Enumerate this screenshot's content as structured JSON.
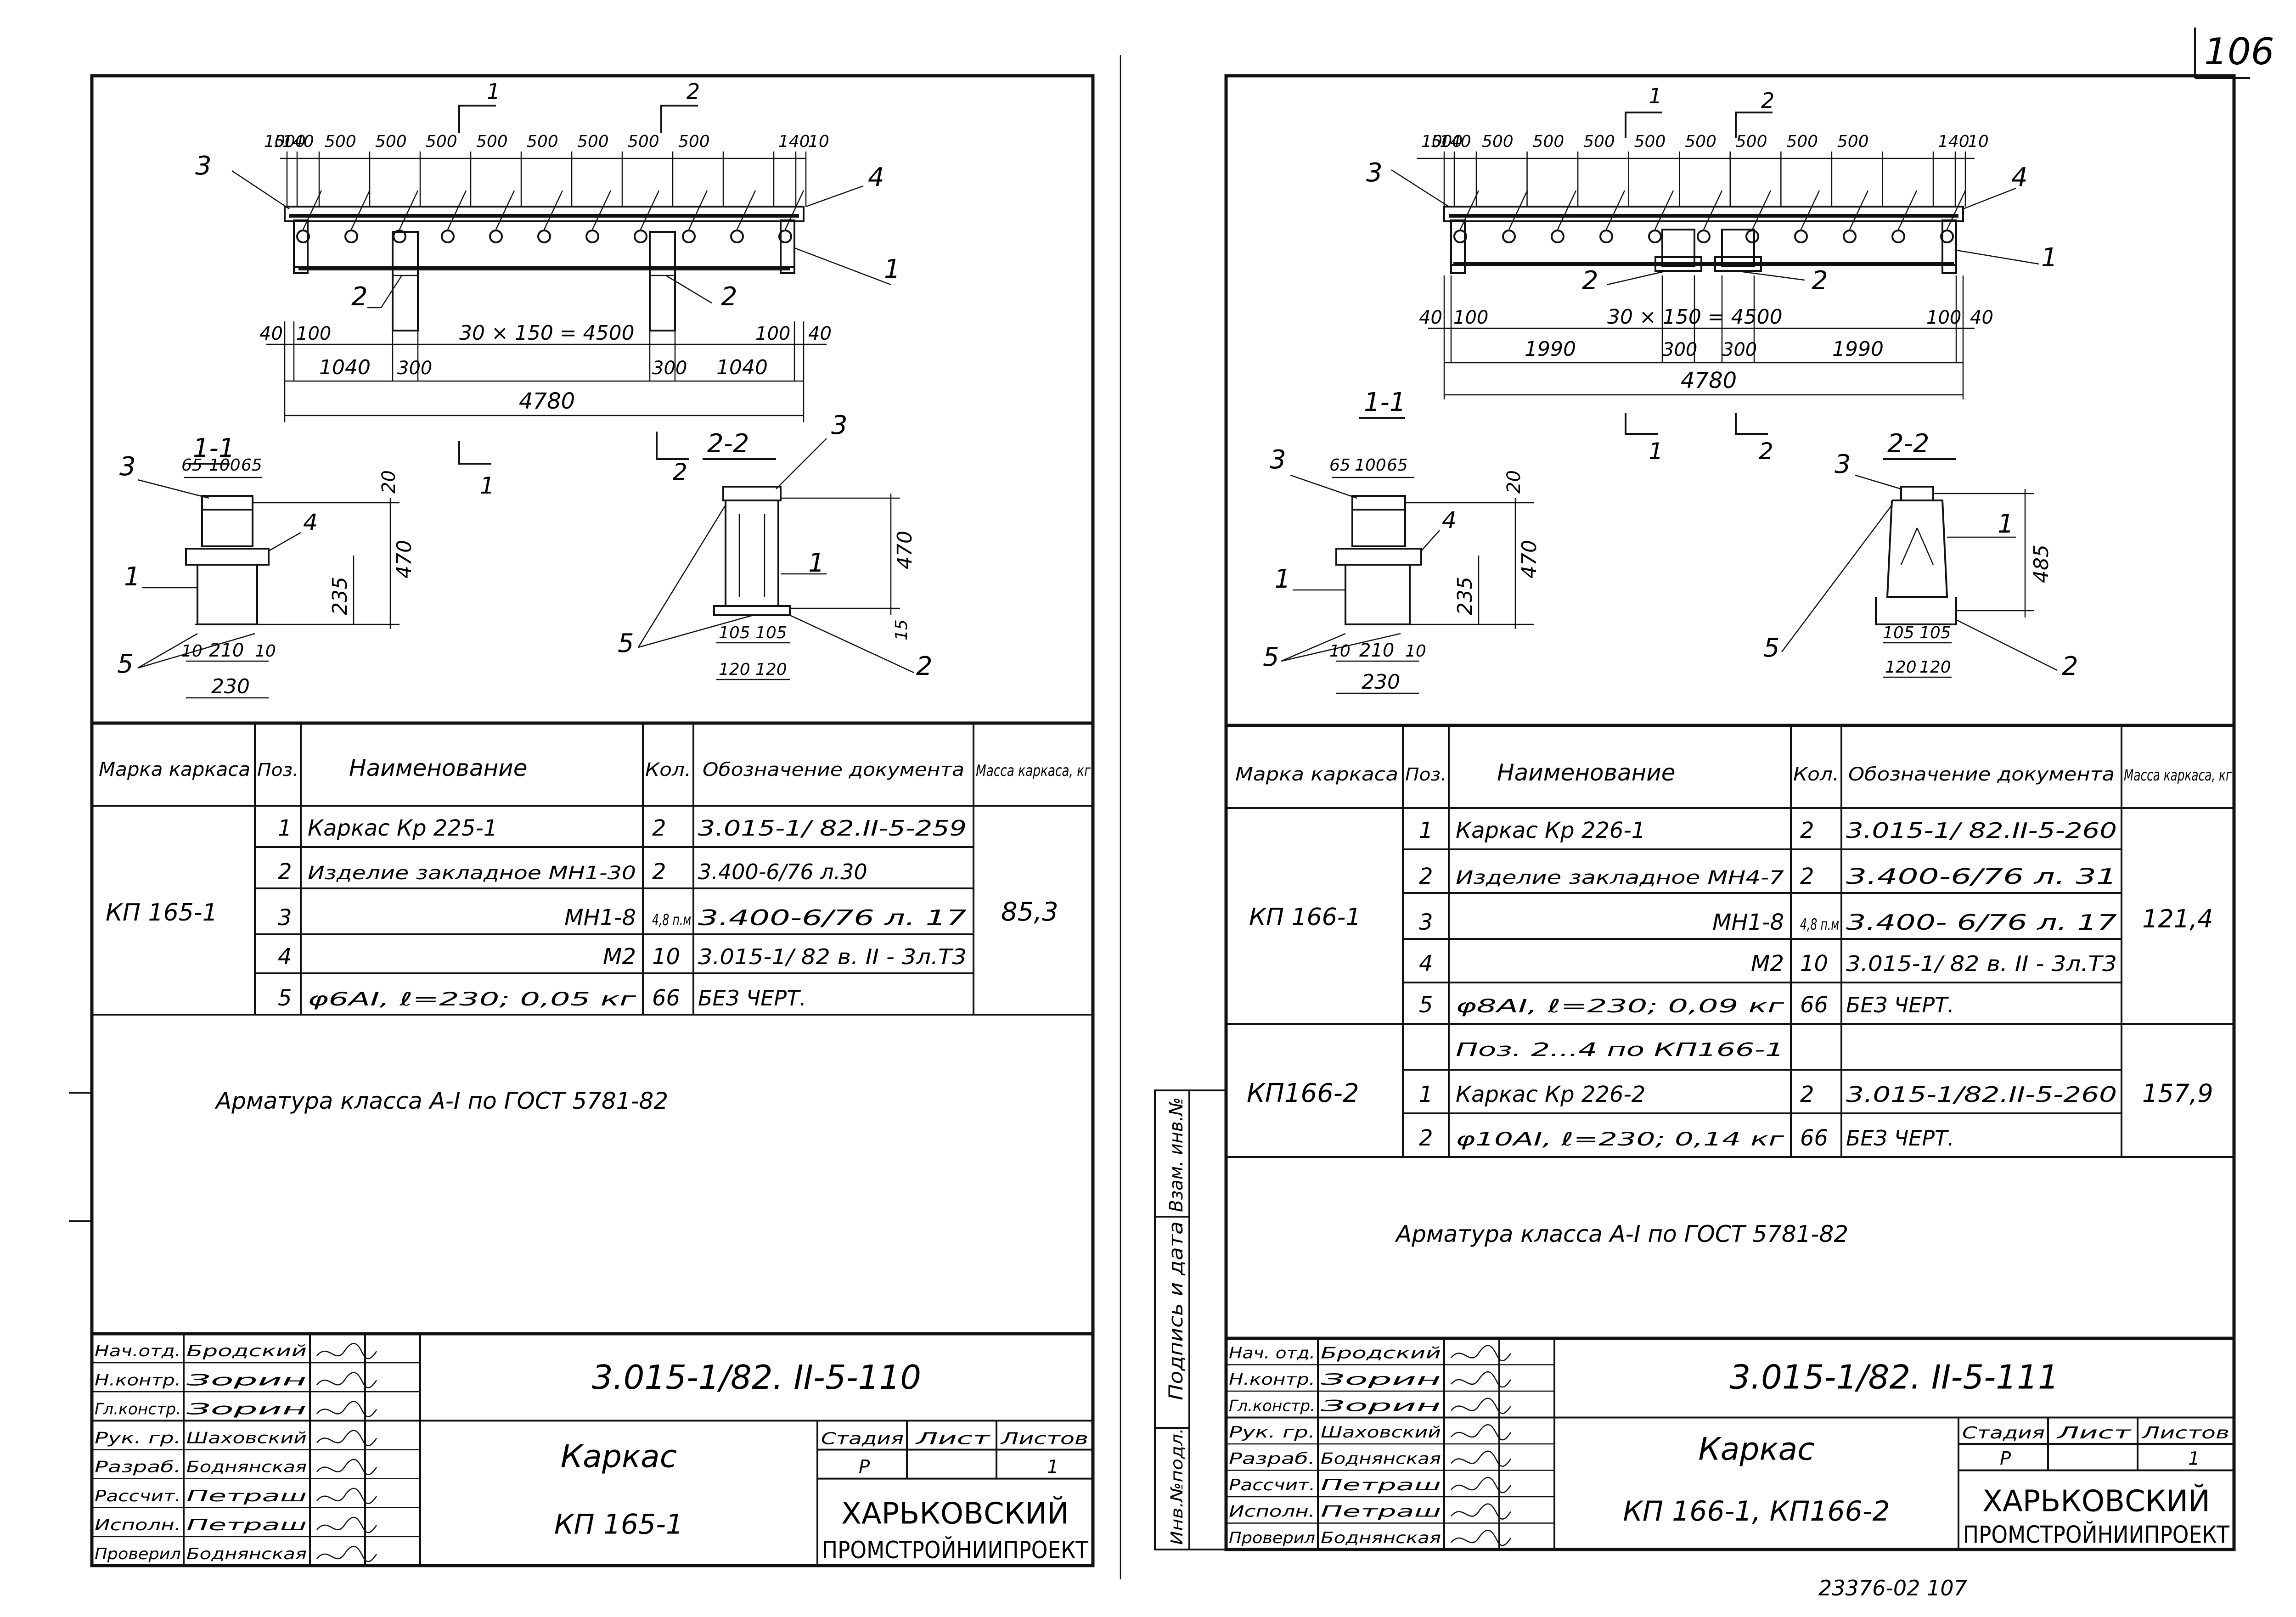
{
  "page_number": "106",
  "bottom_stamp": "23376-02  107",
  "side_strip": [
    "Инв.№подл.",
    "Подпись и дата",
    "Взам. инв.№"
  ],
  "sheets": [
    {
      "id": "left",
      "top_dims": [
        "10",
        "140",
        "500",
        "500",
        "500",
        "500",
        "500",
        "500",
        "500",
        "500",
        "500",
        "140",
        "10"
      ],
      "dim_row1": [
        "40",
        "100",
        "30 × 150 = 4500",
        "100",
        "40"
      ],
      "dim_row2": [
        "1040",
        "300",
        "300",
        "1040"
      ],
      "dim_total": "4780",
      "callouts": {
        "c1": "1",
        "c2a": "2",
        "c2b": "2",
        "c3": "3",
        "c4": "4"
      },
      "section_marks": [
        "1",
        "2",
        "1",
        "2"
      ],
      "sec11": {
        "title": "1-1",
        "dims": [
          "65",
          "100",
          "65",
          "20",
          "470",
          "235",
          "10",
          "210",
          "10",
          "230"
        ],
        "callouts": [
          "3",
          "4",
          "1",
          "5"
        ]
      },
      "sec22": {
        "title": "2-2",
        "dims": [
          "470",
          "15",
          "105",
          "105",
          "120",
          "120"
        ],
        "callouts": [
          "3",
          "1",
          "5",
          "2"
        ]
      },
      "table": {
        "headers": [
          "Марка каркаса",
          "Поз.",
          "Наименование",
          "Кол.",
          "Обозначение документа",
          "Масса каркаса, кг"
        ],
        "groups": [
          {
            "mark": "КП 165-1",
            "mass": "85,3",
            "rows": [
              {
                "pos": "1",
                "name": "Каркас  Кр 225-1",
                "qty": "2",
                "doc": "3.015-1/ 82.II-5-259"
              },
              {
                "pos": "2",
                "name": "Изделие закладное МН1-30",
                "qty": "2",
                "doc": "3.400-6/76  л.30"
              },
              {
                "pos": "3",
                "name": "МН1-8",
                "qty": "4,8 п.м",
                "doc": "3.400-6/76  л. 17"
              },
              {
                "pos": "4",
                "name": "М2",
                "qty": "10",
                "doc": "3.015-1/ 82  в. II - 3л.Т3"
              },
              {
                "pos": "5",
                "name": "φ6АI,  ℓ=230;  0,05 кг",
                "qty": "66",
                "doc": "БЕЗ  ЧЕРТ."
              }
            ]
          }
        ]
      },
      "note": "Арматура  класса  А-I   по  ГОСТ  5781-82",
      "title_block": {
        "roles": [
          "Нач.отд.",
          "Н.контр.",
          "Гл.констр.",
          "Рук. гр.",
          "Разраб.",
          "Рассчит.",
          "Исполн.",
          "Проверил"
        ],
        "names": [
          "Бродский",
          "Зорин",
          "Зорин",
          "Шаховский",
          "Боднянская",
          "Петраш",
          "Петраш",
          "Боднянская"
        ],
        "code": "3.015-1/82. II-5-110",
        "title1": "Каркас",
        "title2": "КП 165-1",
        "stage_h": "Стадия",
        "sheet_h": "Лист",
        "sheets_h": "Листов",
        "stage": "Р",
        "sheet": "",
        "sheets": "1",
        "org1": "ХАРЬКОВСКИЙ",
        "org2": "ПРОМСТРОЙНИИПРОЕКТ"
      }
    },
    {
      "id": "right",
      "top_dims": [
        "10",
        "140",
        "500",
        "500",
        "500",
        "500",
        "500",
        "500",
        "500",
        "500",
        "500",
        "140",
        "10"
      ],
      "dim_row1": [
        "40",
        "100",
        "30 × 150 = 4500",
        "100",
        "40"
      ],
      "dim_row2": [
        "1990",
        "300",
        "300",
        "1990"
      ],
      "dim_total": "4780",
      "callouts": {
        "c1": "1",
        "c2a": "2",
        "c2b": "2",
        "c3": "3",
        "c4": "4"
      },
      "section_marks": [
        "1",
        "2",
        "1",
        "2"
      ],
      "sec11": {
        "title": "1-1",
        "dims": [
          "65",
          "100",
          "65",
          "20",
          "470",
          "235",
          "10",
          "210",
          "10",
          "230"
        ],
        "callouts": [
          "3",
          "4",
          "1",
          "5"
        ]
      },
      "sec22": {
        "title": "2-2",
        "dims": [
          "485",
          "105",
          "105",
          "120",
          "120"
        ],
        "callouts": [
          "3",
          "1",
          "5",
          "2"
        ]
      },
      "table": {
        "headers": [
          "Марка каркаса",
          "Поз.",
          "Наименование",
          "Кол.",
          "Обозначение документа",
          "Масса каркаса, кг"
        ],
        "groups": [
          {
            "mark": "КП 166-1",
            "mass": "121,4",
            "rows": [
              {
                "pos": "1",
                "name": "Каркас  Кр 226-1",
                "qty": "2",
                "doc": "3.015-1/ 82.II-5-260"
              },
              {
                "pos": "2",
                "name": "Изделие закладное МН4-7",
                "qty": "2",
                "doc": "3.400-6/76  л. 31"
              },
              {
                "pos": "3",
                "name": "МН1-8",
                "qty": "4,8 п.м",
                "doc": "3.400- 6/76  л. 17"
              },
              {
                "pos": "4",
                "name": "М2",
                "qty": "10",
                "doc": "3.015-1/ 82  в. II - 3л.Т3"
              },
              {
                "pos": "5",
                "name": "φ8АI,  ℓ=230;  0,09 кг",
                "qty": "66",
                "doc": "БЕЗ  ЧЕРТ."
              }
            ]
          },
          {
            "mark": "КП166-2",
            "mass": "157,9",
            "rows": [
              {
                "pos": "",
                "name": "Поз. 2...4  по  КП166-1",
                "qty": "",
                "doc": ""
              },
              {
                "pos": "1",
                "name": "Каркас  Кр 226-2",
                "qty": "2",
                "doc": "3.015-1/82.II-5-260"
              },
              {
                "pos": "2",
                "name": "φ10АI,  ℓ=230;  0,14 кг",
                "qty": "66",
                "doc": "БЕЗ  ЧЕРТ."
              }
            ]
          }
        ]
      },
      "note": "Арматура  класса  А-I   по  ГОСТ 5781-82",
      "title_block": {
        "roles": [
          "Нач. отд.",
          "Н.контр.",
          "Гл.констр.",
          "Рук. гр.",
          "Разраб.",
          "Рассчит.",
          "Исполн.",
          "Проверил"
        ],
        "names": [
          "Бродский",
          "Зорин",
          "Зорин",
          "Шаховский",
          "Боднянская",
          "Петраш",
          "Петраш",
          "Боднянская"
        ],
        "code": "3.015-1/82. II-5-111",
        "title1": "Каркас",
        "title2": "КП 166-1,  КП166-2",
        "stage_h": "Стадия",
        "sheet_h": "Лист",
        "sheets_h": "Листов",
        "stage": "Р",
        "sheet": "",
        "sheets": "1",
        "org1": "ХАРЬКОВСКИЙ",
        "org2": "ПРОМСТРОЙНИИПРОЕКТ"
      }
    }
  ]
}
